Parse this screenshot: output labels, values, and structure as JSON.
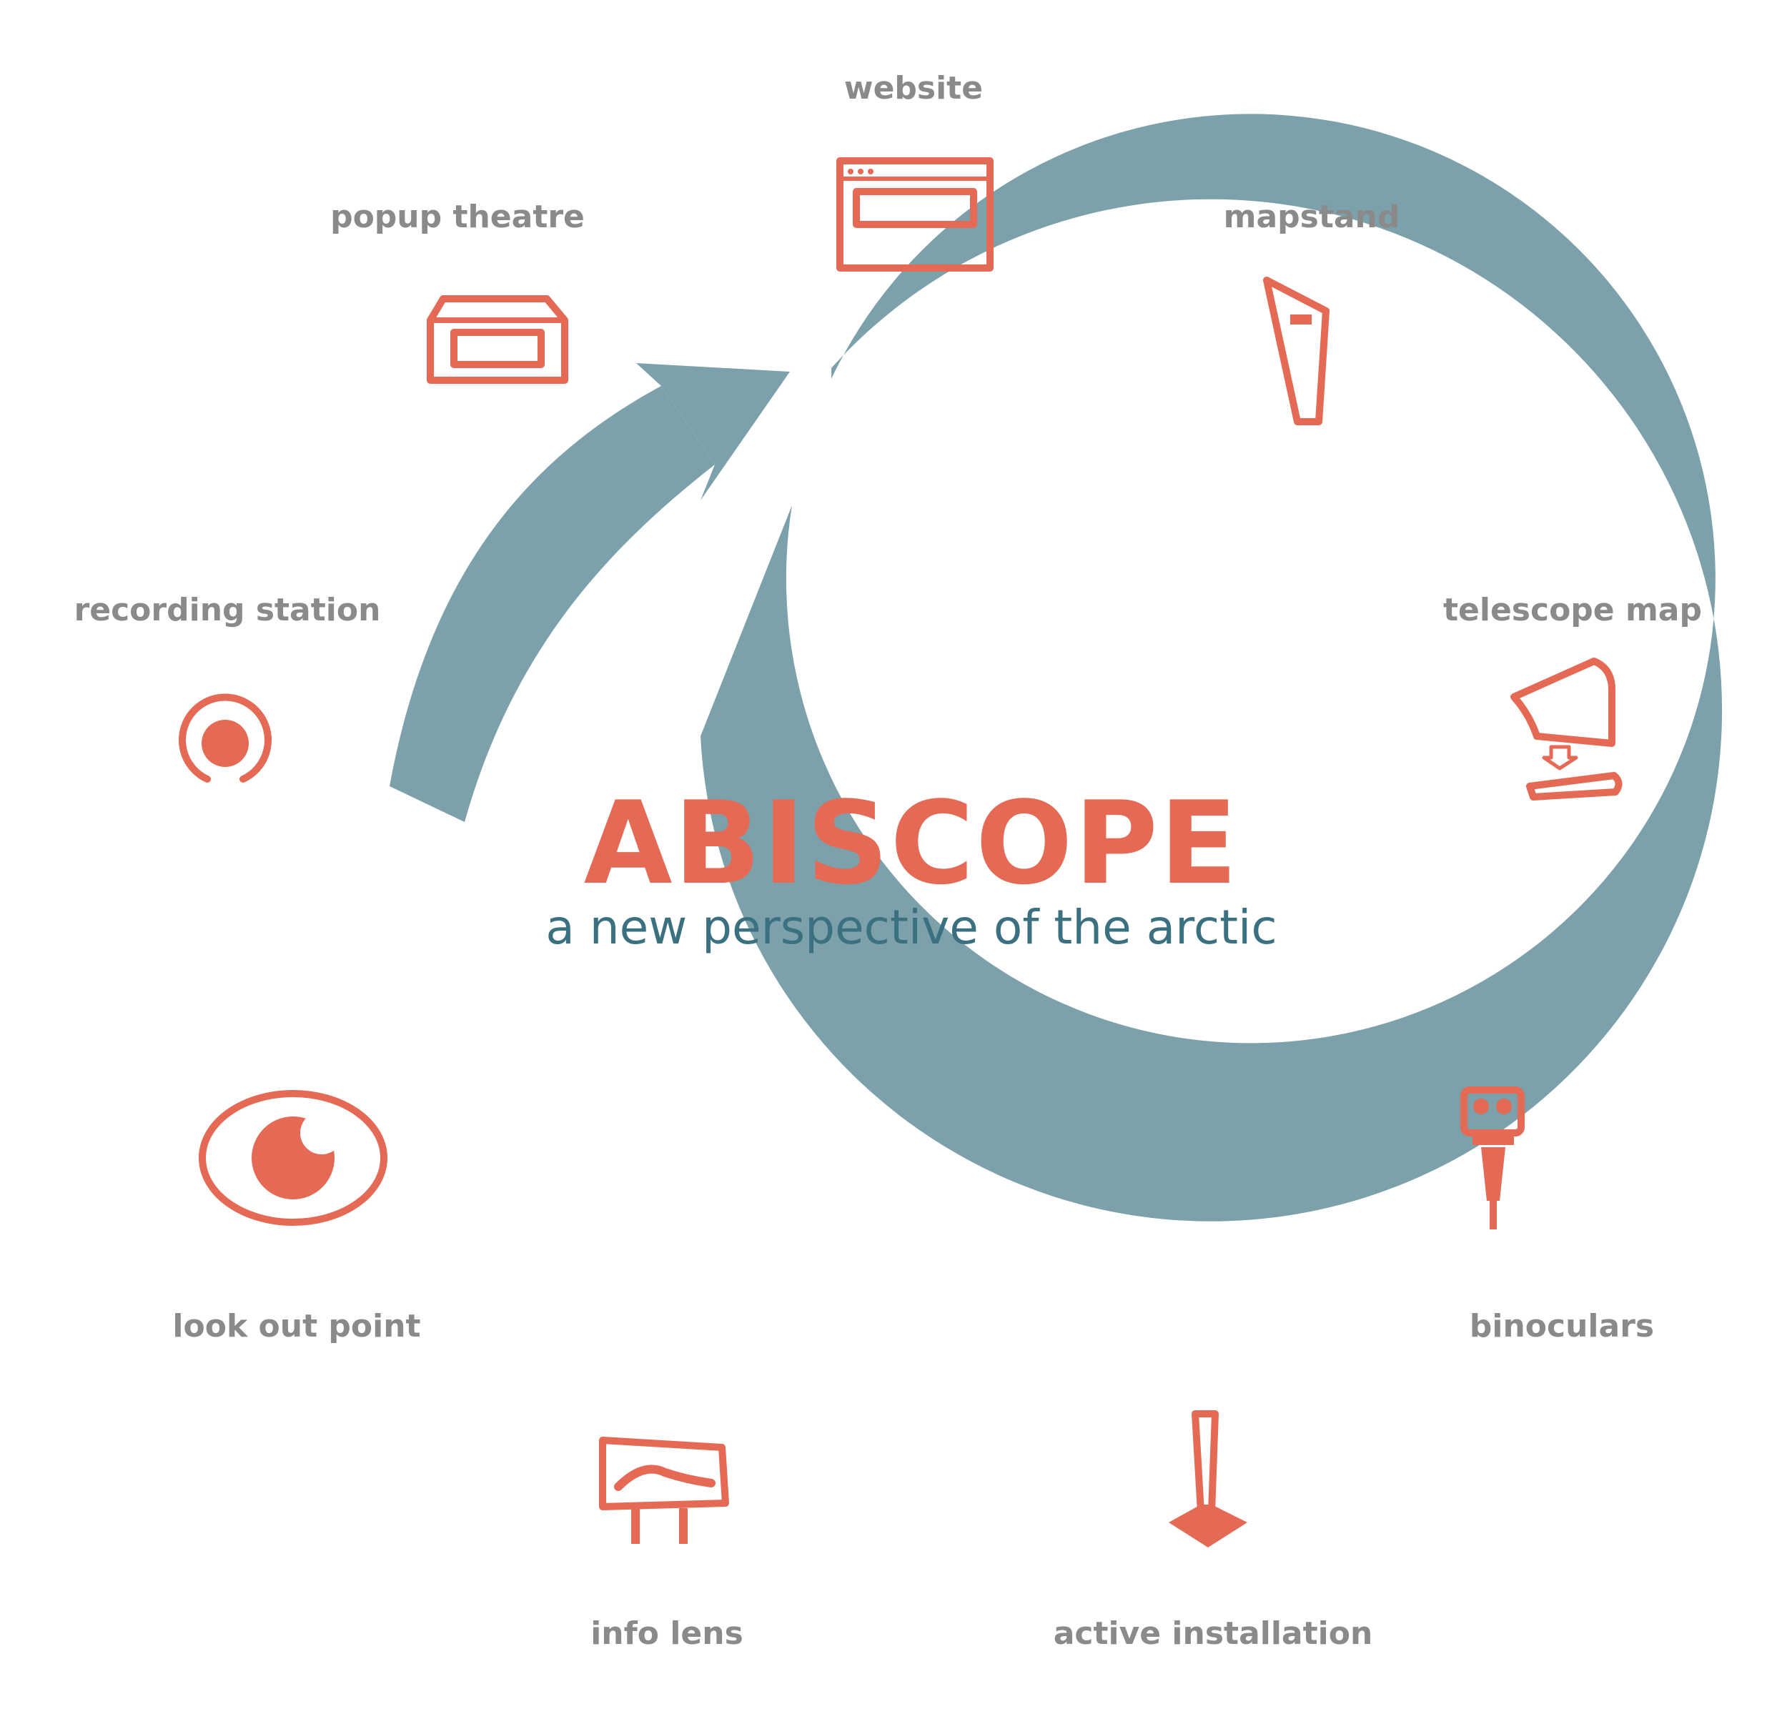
{
  "title": "ABISCOPE",
  "tagline": "a new perspective of the arctic",
  "colors": {
    "accent": "#e46a55",
    "cycle": "#7ca1aa",
    "tagline": "#3b7080",
    "label": "#8a8a8a",
    "background": "#ffffff"
  },
  "nodes": [
    {
      "label": "website",
      "icon": "browser-window-icon"
    },
    {
      "label": "mapstand",
      "icon": "mapstand-icon"
    },
    {
      "label": "telescope map",
      "icon": "telescope-map-icon"
    },
    {
      "label": "binoculars",
      "icon": "binoculars-icon"
    },
    {
      "label": "active installation",
      "icon": "joystick-icon"
    },
    {
      "label": "info lens",
      "icon": "info-sign-icon"
    },
    {
      "label": "look out point",
      "icon": "eye-icon"
    },
    {
      "label": "recording station",
      "icon": "record-button-icon"
    },
    {
      "label": "popup theatre",
      "icon": "popup-theatre-icon"
    }
  ]
}
